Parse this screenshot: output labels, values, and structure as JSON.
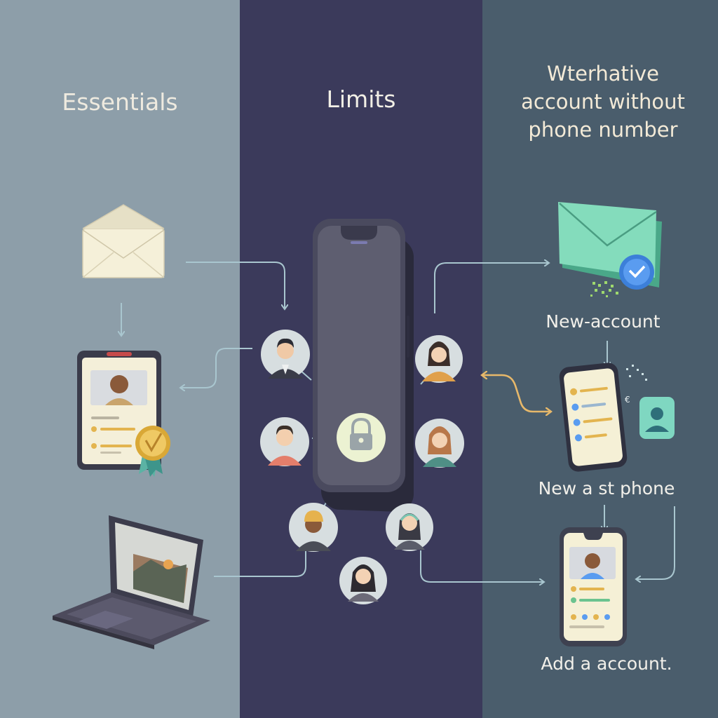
{
  "columns": {
    "left": {
      "heading": "Essentials"
    },
    "middle": {
      "heading": "Limits"
    },
    "right": {
      "heading_lines": [
        "Wterhative",
        "account without",
        "phone number"
      ]
    }
  },
  "steps": {
    "new_account": "New-account",
    "new_phone": "New a st phone",
    "add_account": "Add a account."
  },
  "colors": {
    "panel_left": "#8d9ea9",
    "panel_middle": "#3b3a5b",
    "panel_right": "#4a5d6c",
    "connector": "#a9c6cf",
    "accent_arrow": "#e7b86a",
    "mint_envelope": "#7fd7b6"
  }
}
